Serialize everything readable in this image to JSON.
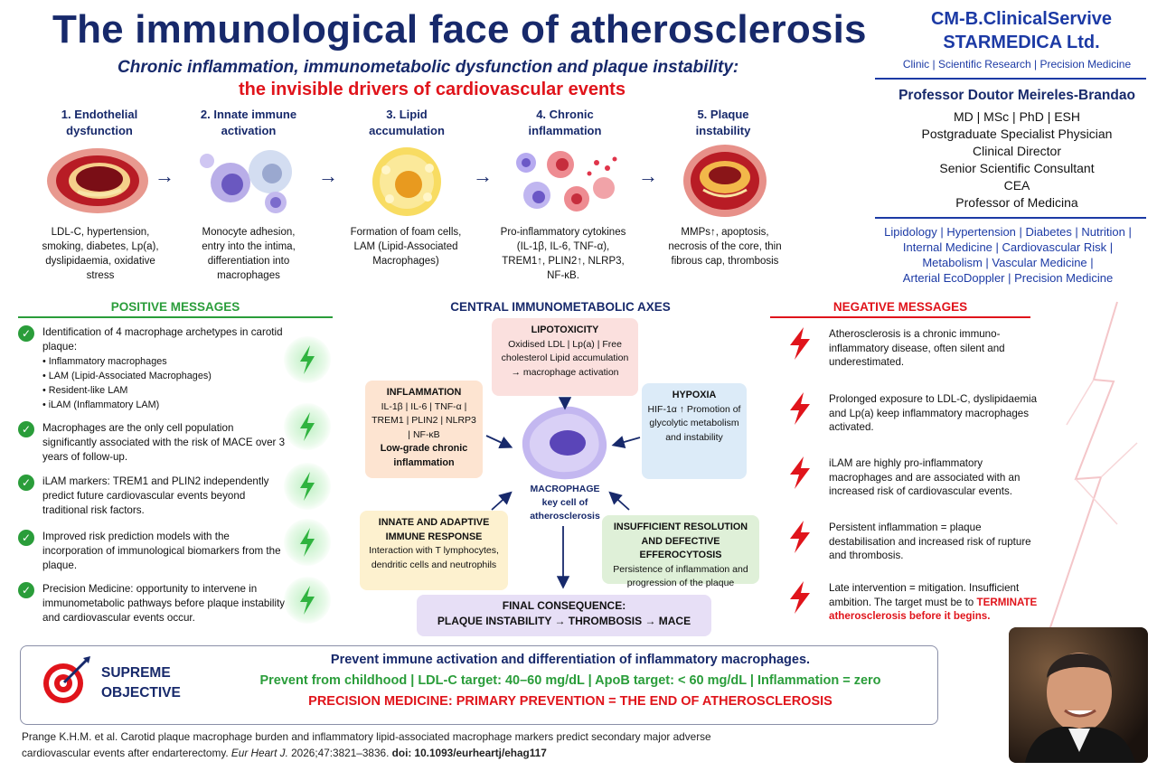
{
  "header": {
    "title": "The immunological face of atherosclerosis",
    "subtitle": "Chronic inflammation, immunometabolic dysfunction and plaque instability:",
    "subtitle2": "the invisible drivers of cardiovascular events"
  },
  "brand": {
    "line1": "CM-B.ClinicalServive",
    "line2": "STARMEDICA Ltd.",
    "tagline": "Clinic | Scientific Research | Precision Medicine"
  },
  "author": {
    "name": "Professor Doutor Meireles-Brandao",
    "credentials": [
      "MD | MSc | PhD | ESH",
      "Postgraduate Specialist Physician",
      "Clinical Director",
      "Senior Scientific Consultant",
      "CEA",
      "Professor of Medicina"
    ],
    "specialties": [
      "Lipidology | Hypertension | Diabetes | Nutrition |",
      "Internal Medicine | Cardiovascular Risk |",
      "Metabolism | Vascular Medicine |",
      "Arterial EcoDoppler | Precision Medicine"
    ]
  },
  "steps": [
    {
      "title": "1. Endothelial dysfunction",
      "desc": "LDL-C, hypertension, smoking, diabetes, Lp(a), dyslipidaemia, oxidative stress"
    },
    {
      "title": "2. Innate immune activation",
      "desc": "Monocyte adhesion, entry into the intima, differentiation into macrophages"
    },
    {
      "title": "3. Lipid accumulation",
      "desc": "Formation of foam cells, LAM (Lipid-Associated Macrophages)"
    },
    {
      "title": "4. Chronic inflammation",
      "desc": "Pro-inflammatory cytokines (IL-1β, IL-6, TNF-α), TREM1↑, PLIN2↑, NLRP3, NF-κB."
    },
    {
      "title": "5. Plaque instability",
      "desc": "MMPs↑, apoptosis, necrosis of the core, thin fibrous cap, thrombosis"
    }
  ],
  "positive": {
    "title": "POSITIVE MESSAGES",
    "items": [
      {
        "text": "Identification of 4 macrophage archetypes in carotid plaque:",
        "bullets": [
          "Inflammatory macrophages",
          "LAM (Lipid-Associated Macrophages)",
          "Resident-like LAM",
          "iLAM (Inflammatory LAM)"
        ]
      },
      {
        "text": "Macrophages are the only cell population significantly associated with the risk of MACE over 3 years of follow-up."
      },
      {
        "text": "iLAM markers: TREM1 and PLIN2 independently predict future cardiovascular events beyond traditional risk factors."
      },
      {
        "text": "Improved risk prediction models with the incorporation of immunological biomarkers from the plaque."
      },
      {
        "text": "Precision Medicine: opportunity to intervene in immunometabolic pathways before plaque instability and cardiovascular events occur."
      }
    ]
  },
  "central": {
    "title": "CENTRAL IMMUNOMETABOLIC AXES",
    "lipotoxicity": {
      "title": "LIPOTOXICITY",
      "body": "Oxidised LDL | Lp(a) | Free cholesterol Lipid accumulation → macrophage activation"
    },
    "inflammation": {
      "title": "INFLAMMATION",
      "body": "IL-1β | IL-6 | TNF-α | TREM1 | PLIN2 | NLRP3 | NF-κB",
      "footer": "Low-grade chronic inflammation"
    },
    "hypoxia": {
      "title": "HYPOXIA",
      "body": "HIF-1α ↑ Promotion of glycolytic metabolism and instability"
    },
    "macrophage": {
      "title": "MACROPHAGE",
      "body": "key cell of atherosclerosis"
    },
    "innate": {
      "title": "INNATE AND ADAPTIVE IMMUNE RESPONSE",
      "body": "Interaction with T lymphocytes, dendritic cells and neutrophils"
    },
    "resolution": {
      "title": "INSUFFICIENT RESOLUTION AND DEFECTIVE EFFEROCYTOSIS",
      "body": "Persistence of inflammation and progression of the plaque"
    },
    "final": {
      "title": "FINAL CONSEQUENCE:",
      "body": "PLAQUE INSTABILITY → THROMBOSIS → MACE"
    }
  },
  "negative": {
    "title": "NEGATIVE MESSAGES",
    "items": [
      {
        "text": "Atherosclerosis is a chronic immuno-inflammatory disease, often silent and underestimated."
      },
      {
        "text": "Prolonged exposure to LDL-C, dyslipidaemia and Lp(a) keep inflammatory macrophages activated."
      },
      {
        "text": "iLAM are highly pro-inflammatory macrophages and are associated with an increased risk of cardiovascular events."
      },
      {
        "text": "Persistent inflammation = plaque destabilisation and increased risk of rupture and thrombosis."
      },
      {
        "text": "Late intervention = mitigation. Insufficient ambition. The target must be to",
        "emph": "TERMINATE atherosclerosis before it begins."
      }
    ]
  },
  "objective": {
    "label": "SUPREME OBJECTIVE",
    "line1": "Prevent immune activation and differentiation of inflammatory macrophages.",
    "line2": "Prevent from childhood | LDL-C target: 40–60 mg/dL | ApoB target: < 60 mg/dL | Inflammation = zero",
    "line3": "PRECISION MEDICINE: PRIMARY PREVENTION = THE END OF ATHEROSCLEROSIS"
  },
  "reference": {
    "text": "Prange K.H.M. et al. Carotid plaque macrophage burden and inflammatory lipid-associated macrophage markers predict secondary major adverse cardiovascular events after endarterectomy.",
    "journal": "Eur Heart J.",
    "details": "2026;47:3821–3836.",
    "doi": "doi: 10.1093/eurheartj/ehag117"
  },
  "colors": {
    "navy": "#17296b",
    "red": "#e0141b",
    "green": "#2a9d3a",
    "blue": "#1c3aa5"
  }
}
